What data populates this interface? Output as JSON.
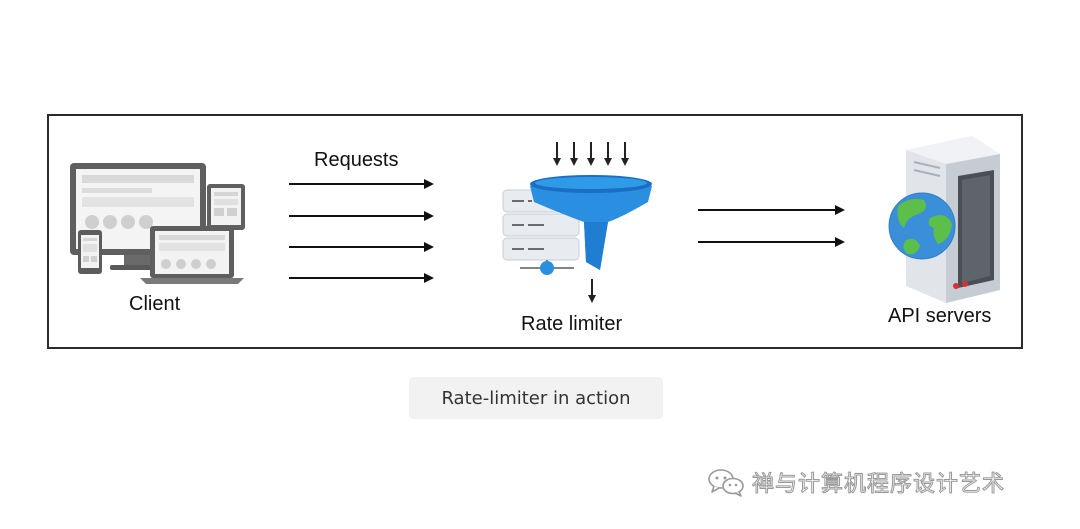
{
  "diagram": {
    "labels": {
      "requests": "Requests",
      "client": "Client",
      "rate_limiter": "Rate limiter",
      "api_servers": "API servers"
    },
    "caption": "Rate-limiter in action",
    "colors": {
      "funnel": "#2a8fe0",
      "funnel_dark": "#1b6fc2",
      "device_gray": "#6f6f6f",
      "globe_green": "#5bbf4a",
      "globe_blue": "#3b8fd8",
      "server_light": "#e6e9ee"
    },
    "icons": [
      "client-devices-icon",
      "funnel-icon",
      "server-rack-icon",
      "globe-icon",
      "server-tower-icon"
    ]
  },
  "watermark": {
    "text": "禅与计算机程序设计艺术",
    "icon": "wechat-icon"
  }
}
